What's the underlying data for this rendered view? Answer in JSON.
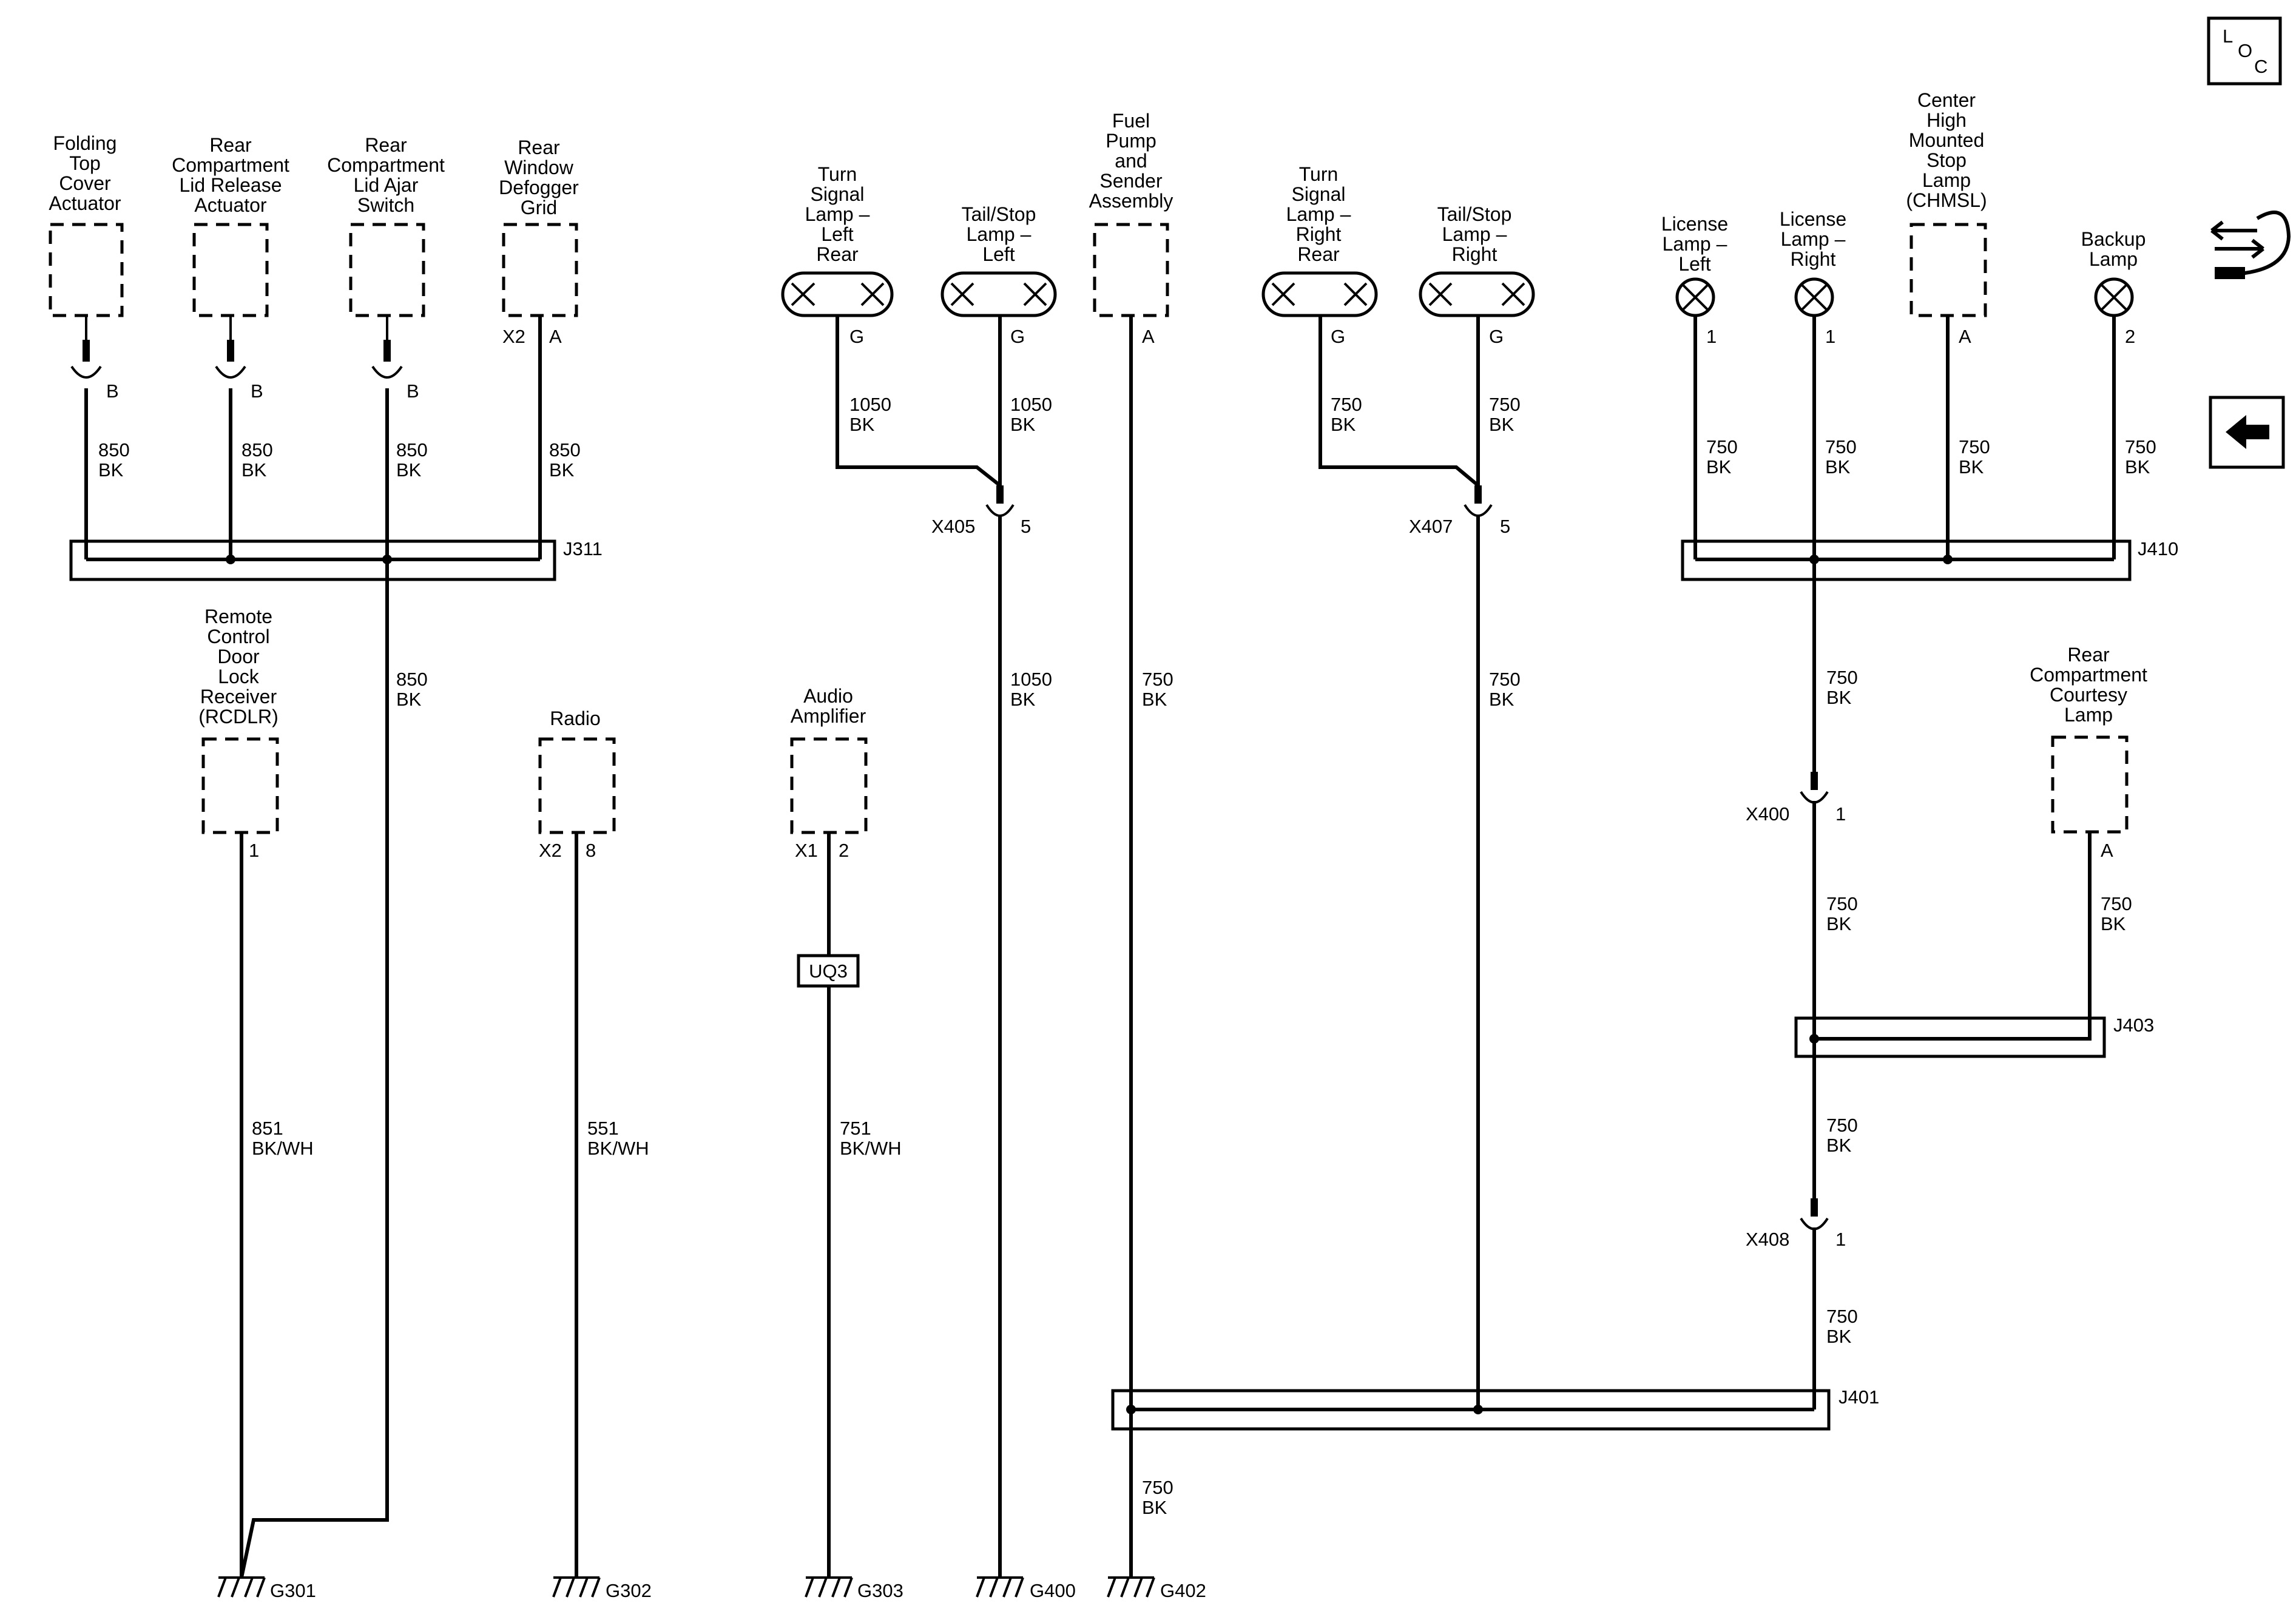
{
  "loc_icon": {
    "letters": [
      "L",
      "O",
      "C"
    ]
  },
  "nav_icons": [
    "wiring-tool-icon",
    "back-arrow-icon"
  ],
  "components": {
    "folding_top": [
      "Folding",
      "Top",
      "Cover",
      "Actuator"
    ],
    "rear_lid_release": [
      "Rear",
      "Compartment",
      "Lid Release",
      "Actuator"
    ],
    "rear_lid_ajar": [
      "Rear",
      "Compartment",
      "Lid Ajar",
      "Switch"
    ],
    "defogger": [
      "Rear",
      "Window",
      "Defogger",
      "Grid"
    ],
    "rcdlr": [
      "Remote",
      "Control",
      "Door",
      "Lock",
      "Receiver",
      "(RCDLR)"
    ],
    "radio": [
      "Radio"
    ],
    "audio_amp": [
      "Audio",
      "Amplifier"
    ],
    "turn_left": [
      "Turn",
      "Signal",
      "Lamp –",
      "Left",
      "Rear"
    ],
    "tail_left": [
      "Tail/Stop",
      "Lamp –",
      "Left"
    ],
    "fuel_pump": [
      "Fuel",
      "Pump",
      "and",
      "Sender",
      "Assembly"
    ],
    "turn_right": [
      "Turn",
      "Signal",
      "Lamp –",
      "Right",
      "Rear"
    ],
    "tail_right": [
      "Tail/Stop",
      "Lamp –",
      "Right"
    ],
    "license_left": [
      "License",
      "Lamp –",
      "Left"
    ],
    "license_right": [
      "License",
      "Lamp –",
      "Right"
    ],
    "chmsl": [
      "Center",
      "High",
      "Mounted",
      "Stop",
      "Lamp",
      "(CHMSL)"
    ],
    "backup": [
      "Backup",
      "Lamp"
    ],
    "courtesy": [
      "Rear",
      "Compartment",
      "Courtesy",
      "Lamp"
    ]
  },
  "pins": {
    "folding_top": "B",
    "rear_lid_release": "B",
    "rear_lid_ajar": "B",
    "defogger_conn": "X2",
    "defogger_pin": "A",
    "rcdlr": "1",
    "radio_conn": "X2",
    "radio_pin": "8",
    "audio_conn": "X1",
    "audio_pin": "2",
    "turn_left": "G",
    "tail_left": "G",
    "fuel_pump": "A",
    "turn_right": "G",
    "tail_right": "G",
    "license_left": "1",
    "license_right": "1",
    "chmsl": "A",
    "backup": "2",
    "courtesy": "A"
  },
  "wires": {
    "w850": [
      "850",
      "BK"
    ],
    "w851": [
      "851",
      "BK/WH"
    ],
    "w551": [
      "551",
      "BK/WH"
    ],
    "w751": [
      "751",
      "BK/WH"
    ],
    "w1050": [
      "1050",
      "BK"
    ],
    "w750": [
      "750",
      "BK"
    ]
  },
  "splices": [
    "J311",
    "J410",
    "J403",
    "J401"
  ],
  "connectors": {
    "x405": {
      "name": "X405",
      "pin": "5"
    },
    "x407": {
      "name": "X407",
      "pin": "5"
    },
    "x400": {
      "name": "X400",
      "pin": "1"
    },
    "x408": {
      "name": "X408",
      "pin": "1"
    }
  },
  "inline_module": "UQ3",
  "grounds": [
    "G301",
    "G302",
    "G303",
    "G400",
    "G402"
  ]
}
